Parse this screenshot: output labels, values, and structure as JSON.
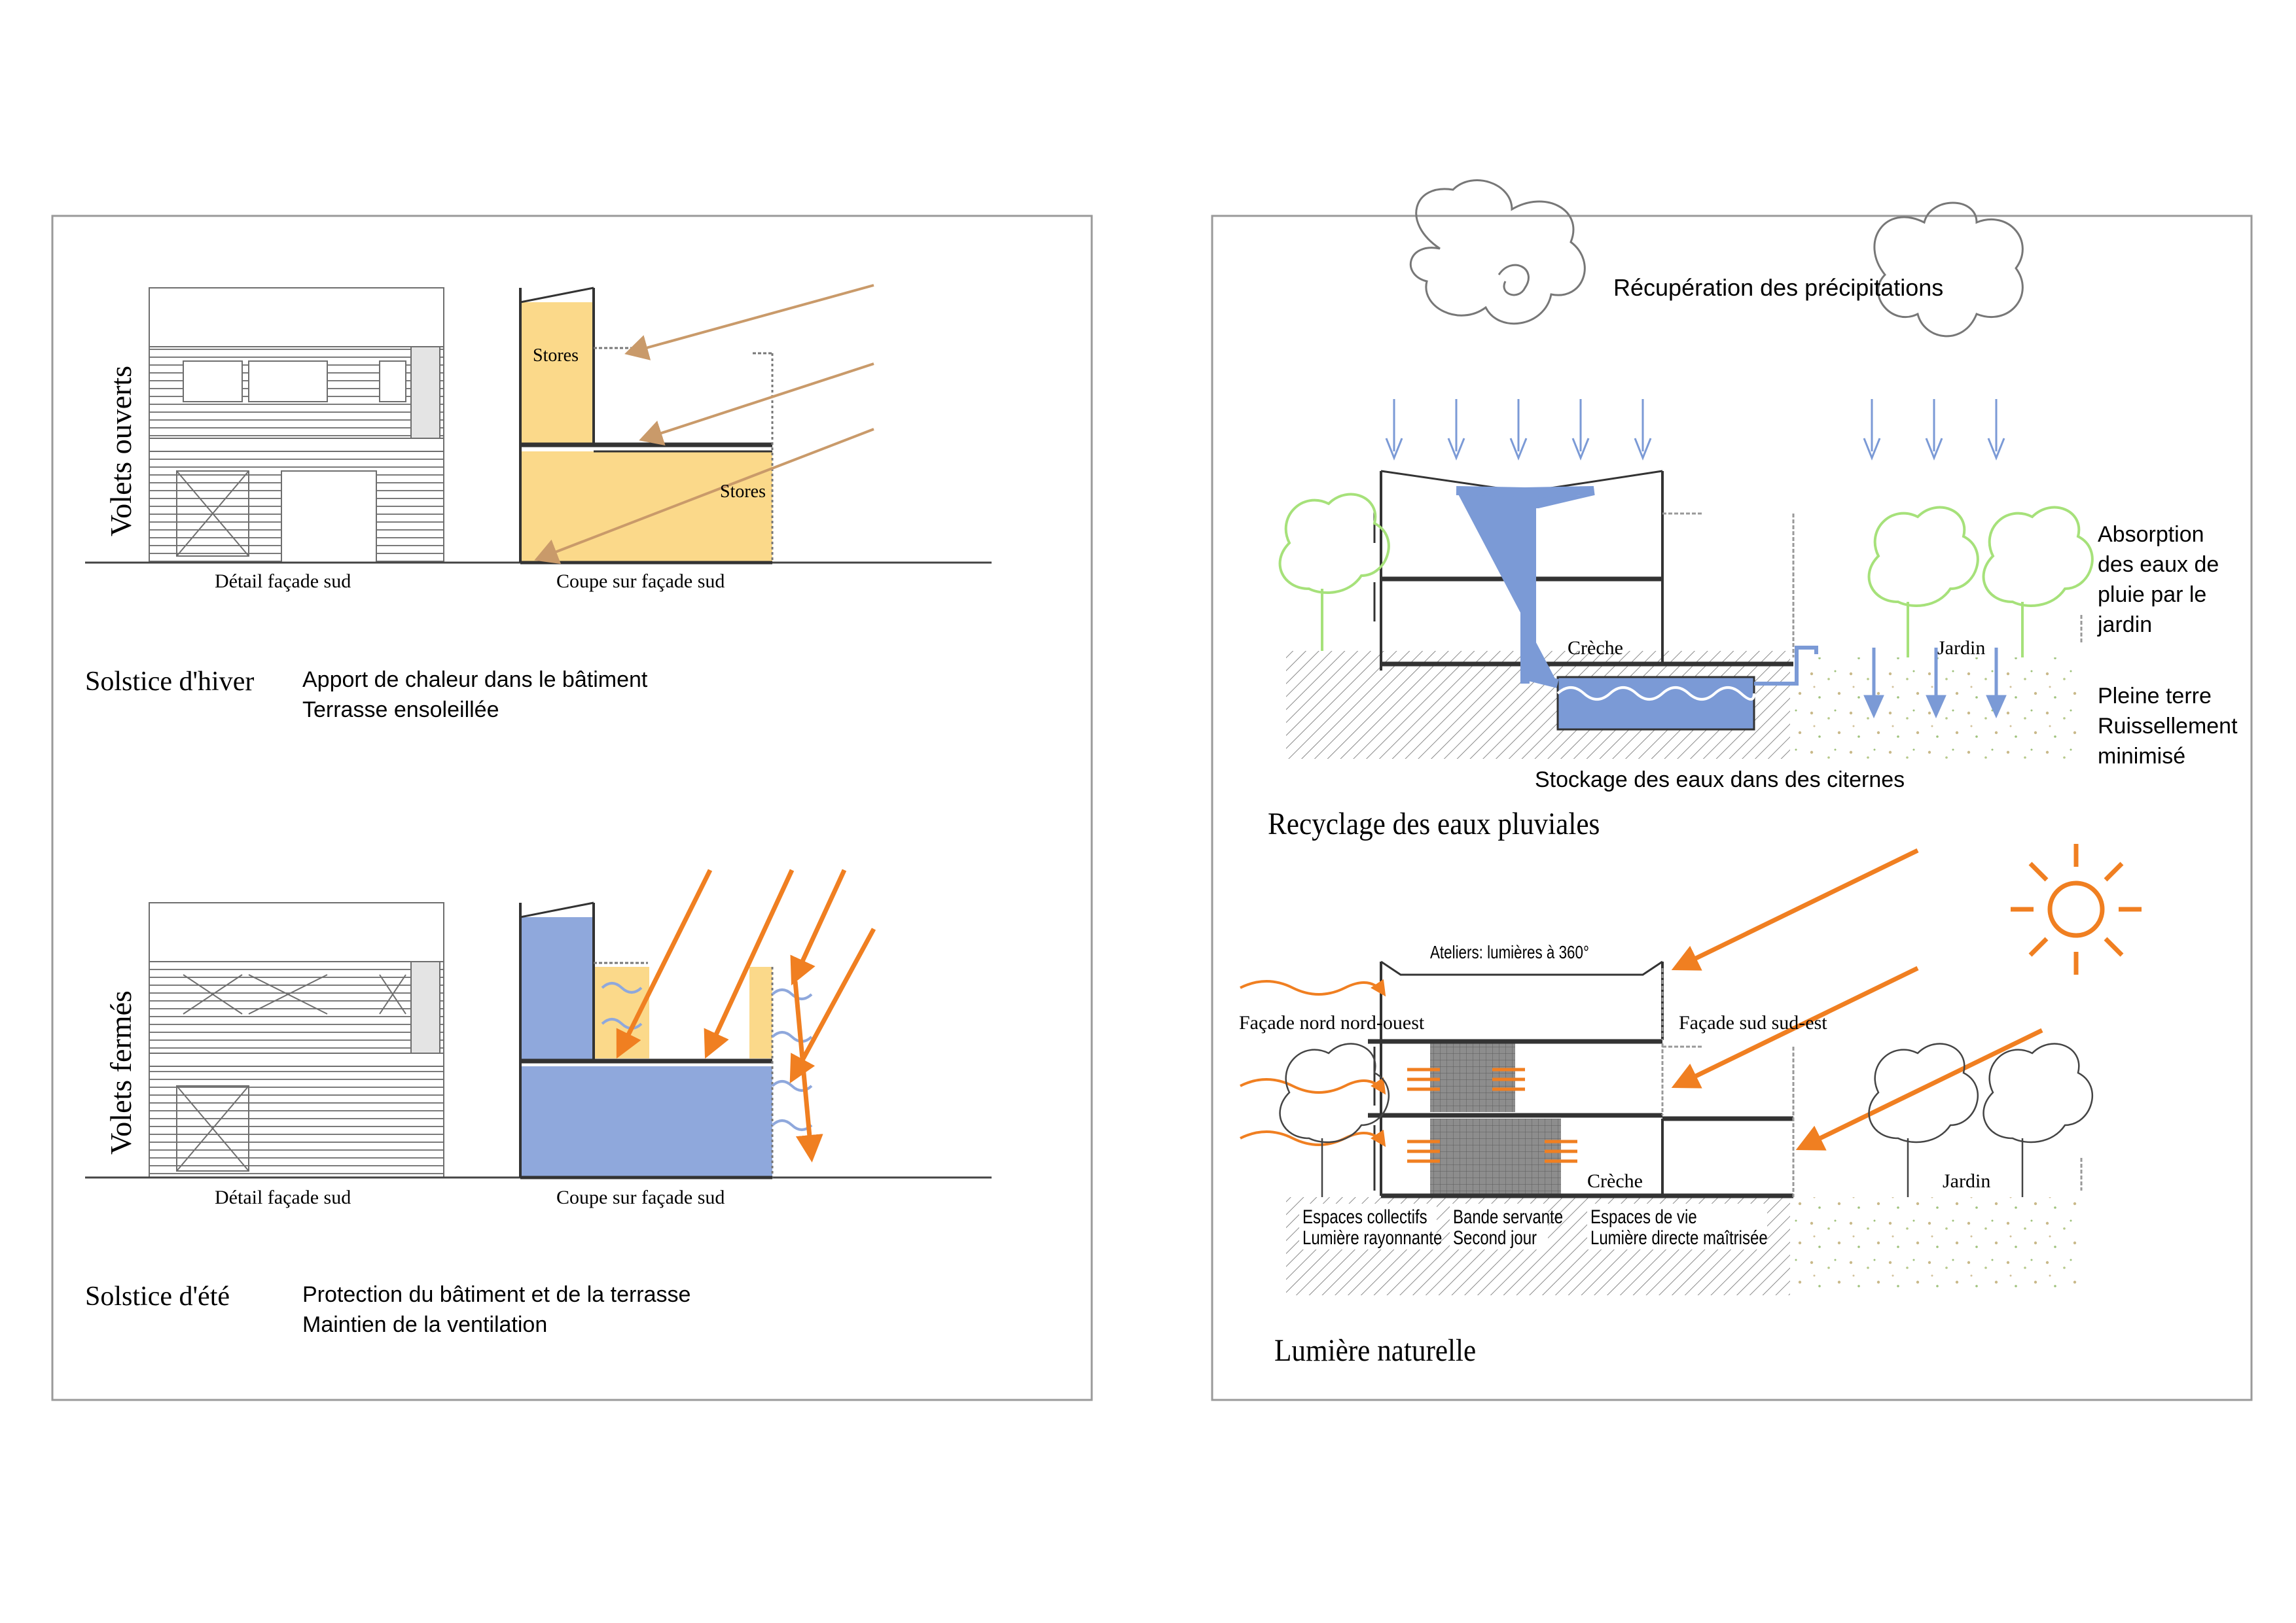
{
  "colors": {
    "frame": "#9a9a9a",
    "yellow": "#fbd98a",
    "blue": "#8fa8dc",
    "orange": "#f07f21",
    "tan": "#c99a6a",
    "water": "#7b9ad6",
    "tree_green": "#a6e17a",
    "grey_band": "#8d8d8d"
  },
  "left_panel": {
    "winter": {
      "side_label": "Volets ouverts",
      "caption_facade": "Détail façade sud",
      "caption_section": "Coupe sur façade sud",
      "store_top": "Stores",
      "store_bottom": "Stores",
      "title": "Solstice d'hiver",
      "desc_line1": "Apport de chaleur dans le bâtiment",
      "desc_line2": "Terrasse ensoleillée"
    },
    "summer": {
      "side_label": "Volets fermés",
      "caption_facade": "Détail façade sud",
      "caption_section": "Coupe sur façade sud",
      "title": "Solstice d'été",
      "desc_line1": "Protection du bâtiment et de la terrasse",
      "desc_line2": "Maintien de la ventilation"
    }
  },
  "right_panel": {
    "water": {
      "rain_title": "Récupération des précipitations",
      "creche": "Crèche",
      "jardin": "Jardin",
      "absorb_1": "Absorption",
      "absorb_2": "des eaux de",
      "absorb_3": "pluie par le",
      "absorb_4": "jardin",
      "soil_1": "Pleine terre",
      "soil_2": "Ruissellement",
      "soil_3": "minimisé",
      "storage": "Stockage des eaux dans des citernes",
      "title": "Recyclage des eaux pluviales"
    },
    "light": {
      "ateliers": "Ateliers: lumières à 360°",
      "facade_nno": "Façade nord nord-ouest",
      "facade_sse": "Façade sud sud-est",
      "creche": "Crèche",
      "jardin": "Jardin",
      "zone1_line1": "Espaces collectifs",
      "zone1_line2": "Lumière rayonnante",
      "zone2_line1": "Bande servante",
      "zone2_line2": "Second jour",
      "zone3_line1": "Espaces de vie",
      "zone3_line2": "Lumière directe maîtrisée",
      "title": "Lumière naturelle"
    }
  }
}
